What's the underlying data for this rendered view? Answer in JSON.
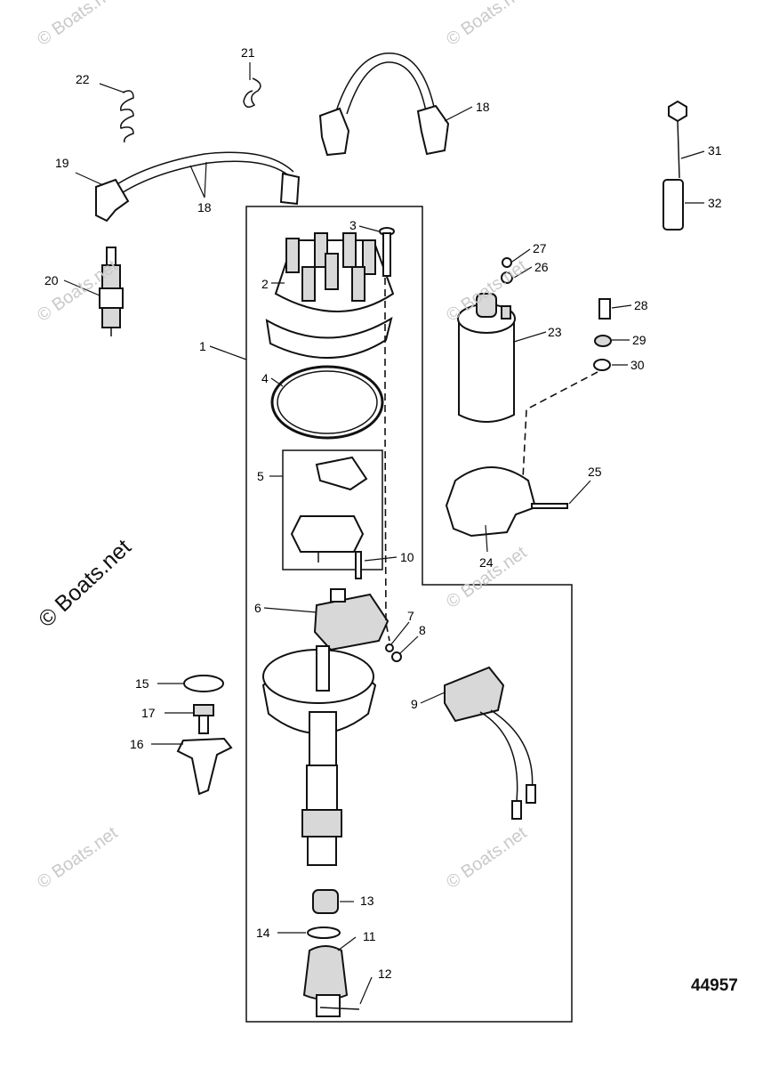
{
  "diagram": {
    "labels": [
      "1",
      "2",
      "3",
      "4",
      "5",
      "6",
      "7",
      "8",
      "9",
      "10",
      "11",
      "12",
      "13",
      "14",
      "15",
      "16",
      "17",
      "18",
      "18",
      "19",
      "20",
      "21",
      "22",
      "23",
      "24",
      "25",
      "26",
      "27",
      "28",
      "29",
      "30",
      "31",
      "32"
    ],
    "document_number": "44957",
    "watermark": "© Boats.net"
  }
}
